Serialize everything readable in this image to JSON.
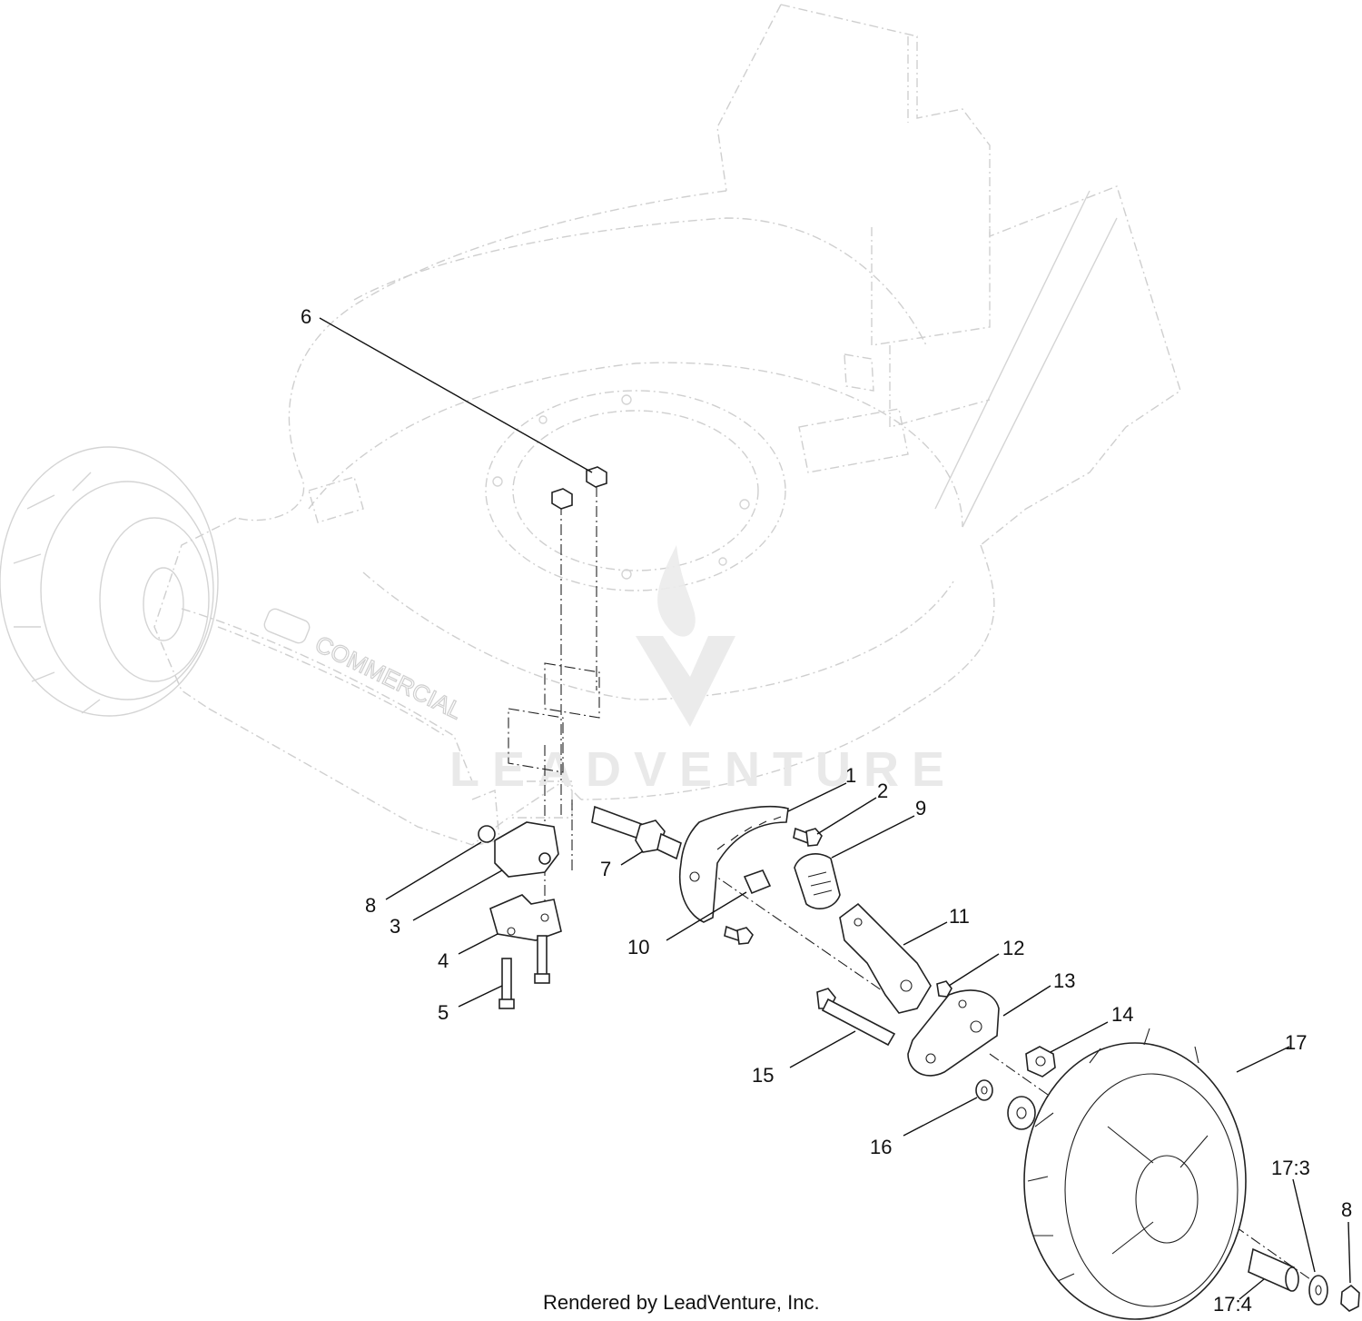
{
  "diagram": {
    "callouts": [
      {
        "id": "c1",
        "label": "1"
      },
      {
        "id": "c2",
        "label": "2"
      },
      {
        "id": "c3",
        "label": "3"
      },
      {
        "id": "c4",
        "label": "4"
      },
      {
        "id": "c5",
        "label": "5"
      },
      {
        "id": "c6",
        "label": "6"
      },
      {
        "id": "c7",
        "label": "7"
      },
      {
        "id": "c8a",
        "label": "8"
      },
      {
        "id": "c8b",
        "label": "8"
      },
      {
        "id": "c9",
        "label": "9"
      },
      {
        "id": "c10",
        "label": "10"
      },
      {
        "id": "c11",
        "label": "11"
      },
      {
        "id": "c12",
        "label": "12"
      },
      {
        "id": "c13",
        "label": "13"
      },
      {
        "id": "c14",
        "label": "14"
      },
      {
        "id": "c15",
        "label": "15"
      },
      {
        "id": "c16",
        "label": "16"
      },
      {
        "id": "c17",
        "label": "17"
      },
      {
        "id": "c173",
        "label": "17:3"
      },
      {
        "id": "c174",
        "label": "17:4"
      }
    ],
    "deck_brand": "COMMERCIAL"
  },
  "watermark": {
    "text": "LEADVENTURE"
  },
  "footer": {
    "credit": "Rendered by LeadVenture, Inc."
  }
}
